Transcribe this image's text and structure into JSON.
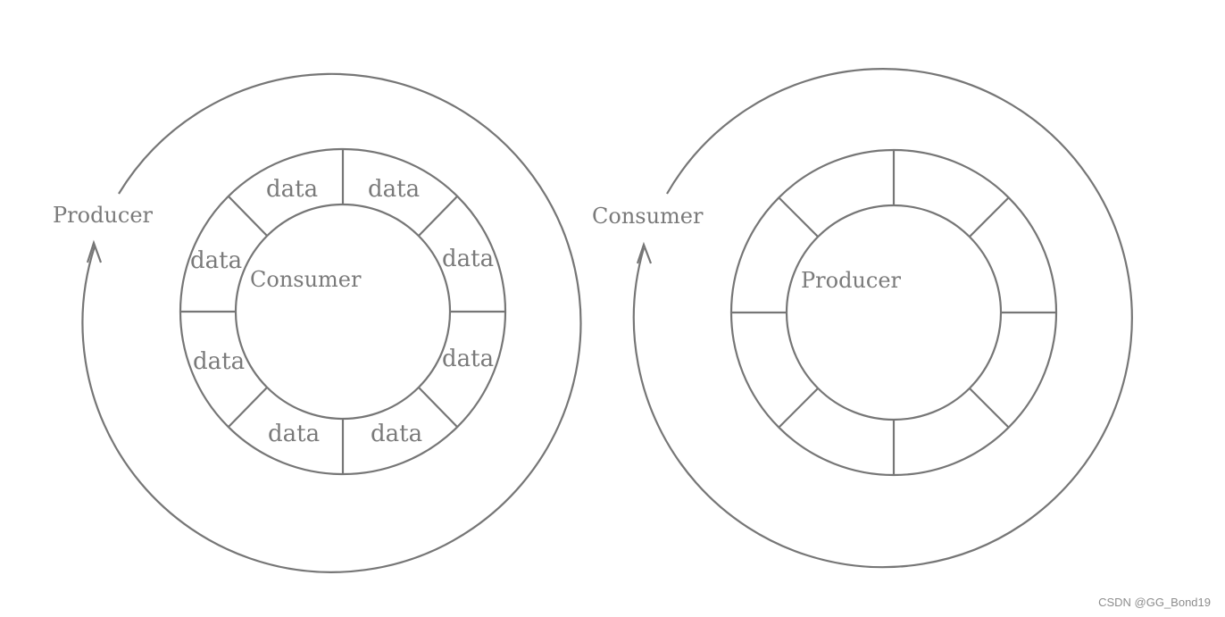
{
  "diagrams": [
    {
      "outer_label": "Producer",
      "inner_label": "Consumer",
      "cells": [
        "data",
        "data",
        "data",
        "data",
        "data",
        "data",
        "data",
        "data"
      ]
    },
    {
      "outer_label": "Consumer",
      "inner_label": "Producer",
      "cells": [
        "",
        "",
        "",
        "",
        "",
        "",
        "",
        ""
      ]
    }
  ],
  "watermark": "CSDN @GG_Bond19",
  "colors": {
    "stroke": "#767676",
    "text": "#7a7a7a",
    "background": "#ffffff"
  }
}
